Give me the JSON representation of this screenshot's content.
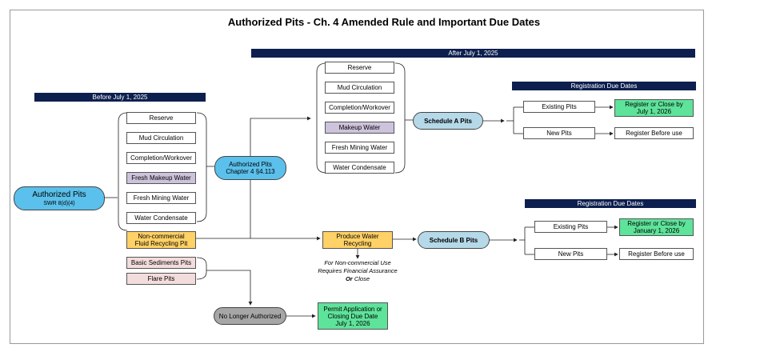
{
  "title": "Authorized Pits - Ch. 4 Amended Rule and Important Due Dates",
  "banners": {
    "before": "Before July 1, 2025",
    "after": "After July 1, 2025",
    "reg_a": "Registration Due Dates",
    "reg_b": "Registration Due Dates"
  },
  "root": {
    "title": "Authorized Pits",
    "subtitle": "SWR 8(d)(4)"
  },
  "before_items": [
    "Reserve",
    "Mud Circulation",
    "Completion/Workover",
    "Fresh Makeup Water",
    "Fresh Mining Water",
    "Water Condensate"
  ],
  "noncommercial": "Non-commercial Fluid Recycling Pit",
  "basic_sediments": "Basic Sediments Pits",
  "flare": "Flare Pits",
  "chapter4": {
    "line1": "Authorized Pits",
    "line2": "Chapter 4 §4.113"
  },
  "after_items": [
    "Reserve",
    "Mud Circulation",
    "Completion/Workover",
    "Makeup Water",
    "Fresh Mining Water",
    "Water Condensate"
  ],
  "schedule_a": "Schedule A Pits",
  "schedule_b": "Schedule B Pits",
  "produce_water": "Produce Water Recycling",
  "note": {
    "line1": "For Non-commercial Use",
    "line2": "Requires Financial Assurance",
    "or": "Or",
    "close": "Close"
  },
  "no_longer": "No Longer Authorized",
  "permit": "Permit Application or Closing Due Date July 1, 2026",
  "a_existing": "Existing Pits",
  "a_existing_due": "Register or Close by July 1, 2026",
  "a_new": "New Pits",
  "a_new_due": "Register Before use",
  "b_existing": "Existing Pits",
  "b_existing_due": "Register or Close by January  1, 2026",
  "b_new": "New Pits",
  "b_new_due": "Register Before use",
  "colors": {
    "banner": "#0c1f4e",
    "pill_blue": "#5bc0eb",
    "pill_light": "#b5d9e8",
    "lavender": "#cdc3dc",
    "orange": "#ffd166",
    "pink": "#f3dcdc",
    "green": "#5ee39a",
    "grey": "#a6a6a6"
  }
}
